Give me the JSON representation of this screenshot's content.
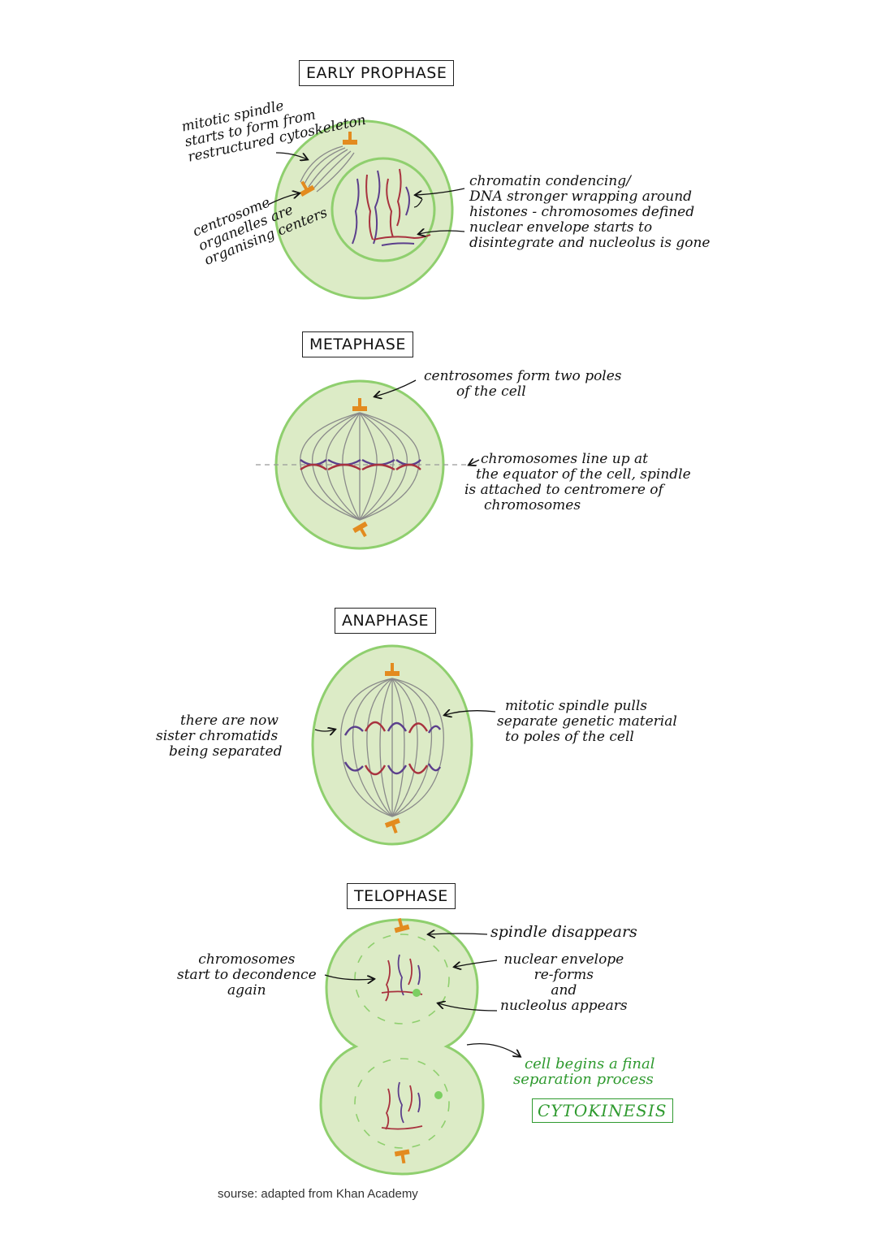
{
  "phases": [
    {
      "title": "EARLY PROPHASE",
      "notes": {
        "spindle": [
          "mitotic spindle",
          "starts to form from",
          "restructured cytoskeleton"
        ],
        "centrosome": [
          "centrosome",
          "organelles are",
          "organising centers"
        ],
        "chromatin": [
          "chromatin condencing/",
          "DNA stronger wrapping around",
          "histones - chromosomes defined",
          "nuclear envelope starts to",
          "disintegrate and nucleolus is gone"
        ]
      }
    },
    {
      "title": "METAPHASE",
      "notes": {
        "poles": [
          "centrosomes form two poles",
          "of the cell"
        ],
        "equator": [
          "chromosomes line up at",
          "the equator of the cell, spindle",
          "is attached to centromere of",
          "chromosomes"
        ]
      }
    },
    {
      "title": "ANAPHASE",
      "notes": {
        "sister": [
          "there are now",
          "sister chromatids",
          "being separated"
        ],
        "pulls": [
          "mitotic spindle pulls",
          "separate genetic material",
          "to poles of the cell"
        ]
      }
    },
    {
      "title": "TELOPHASE",
      "notes": {
        "decondense": [
          "chromosomes",
          "start to decondence",
          "again"
        ],
        "spindle": [
          "spindle disappears"
        ],
        "envelope": [
          "nuclear envelope",
          "re-forms",
          "and",
          "nucleolus appears"
        ],
        "cytokinesis": [
          "cell begins a final",
          "separation process"
        ],
        "cytokinesis_label": "CYTOKINESIS"
      }
    }
  ],
  "source": "sourse: adapted from Khan Academy",
  "colors": {
    "cell_fill": "#dcebc6",
    "cell_outline": "#8fcf6e",
    "centrosome": "#e38b1f",
    "chromosome_red": "#a8323e",
    "chromosome_purple": "#5b3f8c",
    "spindle": "#8a8a8a",
    "nucleolus": "#7ccf62",
    "annotation_green": "#2f9a2f"
  }
}
